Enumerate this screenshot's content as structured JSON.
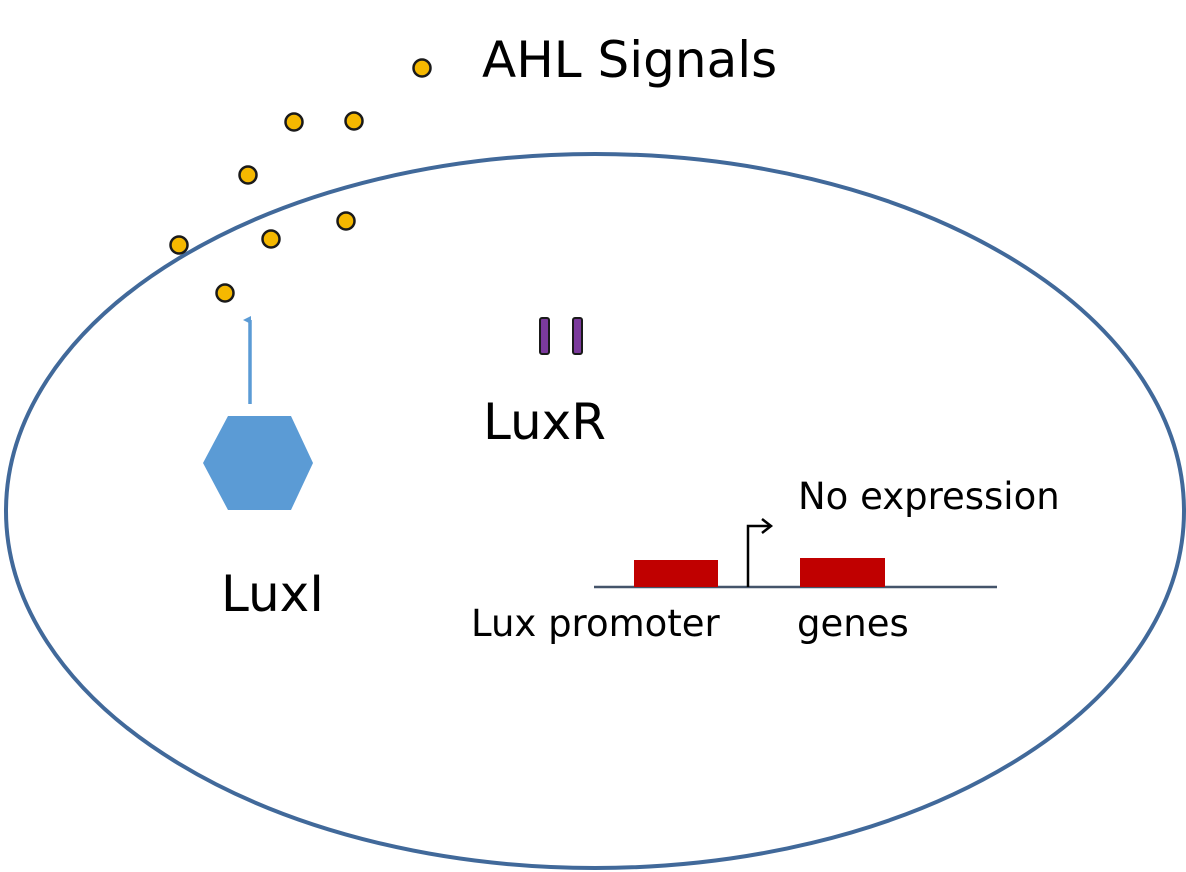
{
  "labels": {
    "ahl_signals": "AHL Signals",
    "luxr": "LuxR",
    "luxi": "LuxI",
    "no_expression": "No expression",
    "lux_promoter": "Lux promoter",
    "genes": "genes"
  },
  "colors": {
    "cell_membrane": "#41699a",
    "ahl_molecule": "#f5b800",
    "luxr_protein": "#7b3a9c",
    "luxi_enzyme": "#5b9bd5",
    "gene_box": "#c00000",
    "dna_line": "#44546a"
  }
}
